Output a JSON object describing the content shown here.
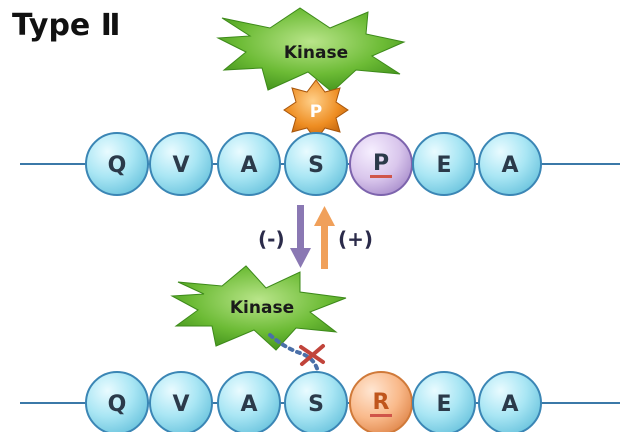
{
  "title": "Type Ⅱ",
  "top_kinase_label": "Kinase",
  "phosphate_label": "P",
  "top_sequence": [
    "Q",
    "V",
    "A",
    "S",
    "P",
    "E",
    "A"
  ],
  "bottom_sequence": [
    "Q",
    "V",
    "A",
    "S",
    "R",
    "E",
    "A"
  ],
  "down_arrow_label": "(-)",
  "up_arrow_label": "(+)",
  "bottom_kinase_label": "Kinase",
  "colors": {
    "bead_blue": "#9fe3f2",
    "bead_purple": "#d9c6ec",
    "bead_orange": "#f9b98a",
    "kinase_green": "#5eb12e",
    "phosphate_orange": "#e98a1f",
    "arrow_purple": "#8a78b3",
    "arrow_orange": "#f0a05a",
    "underline_red": "#d0554a"
  }
}
